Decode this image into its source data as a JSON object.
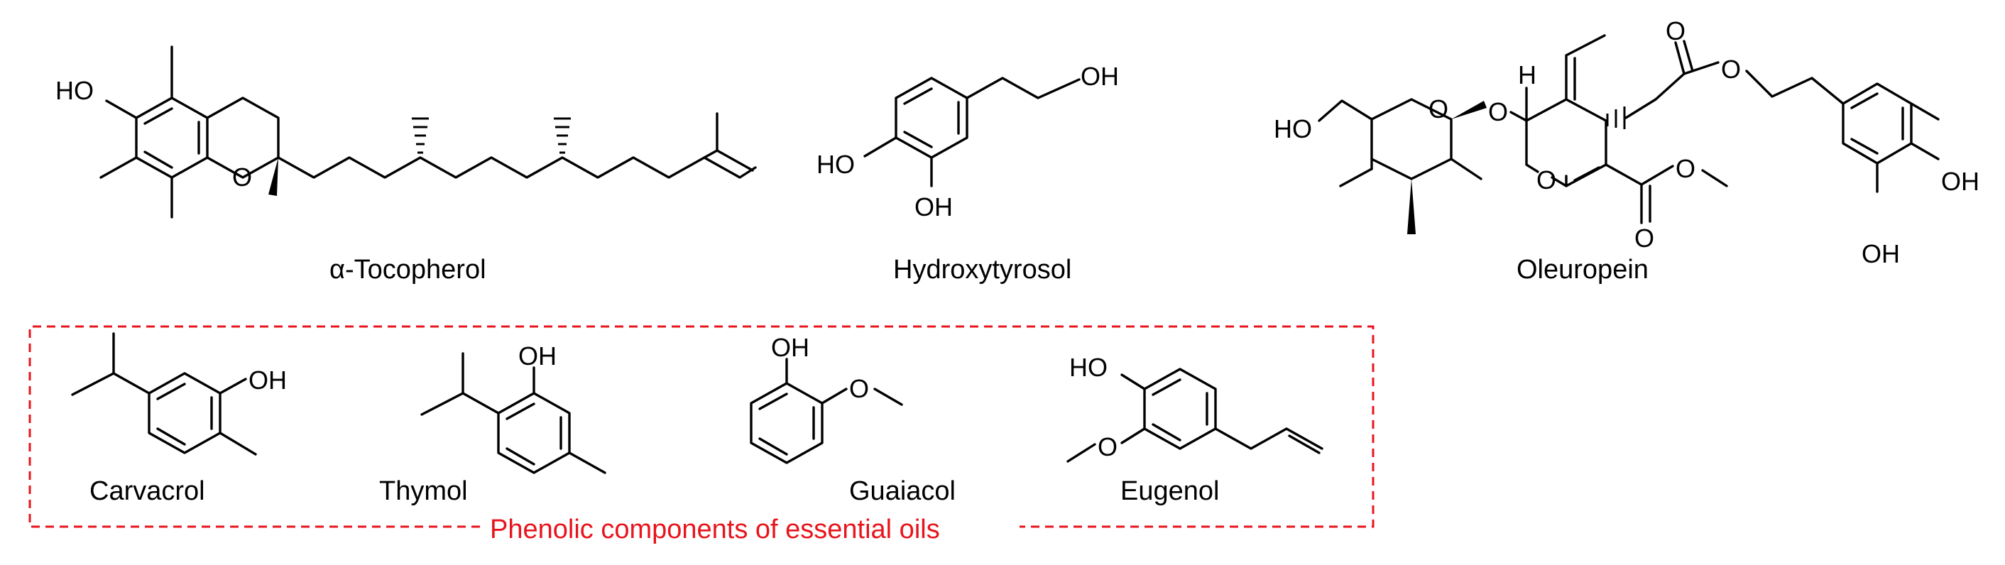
{
  "compounds": {
    "tocopherol": {
      "name": "α-Tocopherol",
      "atoms": {
        "ho": "HO",
        "o": "O"
      }
    },
    "hydroxytyrosol": {
      "name": "Hydroxytyrosol",
      "atoms": {
        "oh_chain": "OH",
        "ho": "HO",
        "oh": "OH"
      }
    },
    "oleuropein": {
      "name": "Oleuropein",
      "atoms": {
        "ho": "HO",
        "o_ring1": "O",
        "o_link": "O",
        "h": "H",
        "o_ring2": "O",
        "o_ester_top": "O",
        "o_carbonyl_top": "O",
        "o_carbonyl_bottom": "O",
        "o_methyl": "O",
        "oh1": "OH",
        "oh2": "OH"
      }
    },
    "carvacrol": {
      "name": "Carvacrol",
      "atoms": {
        "oh": "OH"
      }
    },
    "thymol": {
      "name": "Thymol",
      "atoms": {
        "oh": "OH"
      }
    },
    "guaiacol": {
      "name": "Guaiacol",
      "atoms": {
        "oh": "OH",
        "o": "O"
      }
    },
    "eugenol": {
      "name": "Eugenol",
      "atoms": {
        "ho": "HO",
        "o": "O"
      }
    }
  },
  "group_box": {
    "caption": "Phenolic components of essential oils",
    "color": "#e8141c"
  }
}
